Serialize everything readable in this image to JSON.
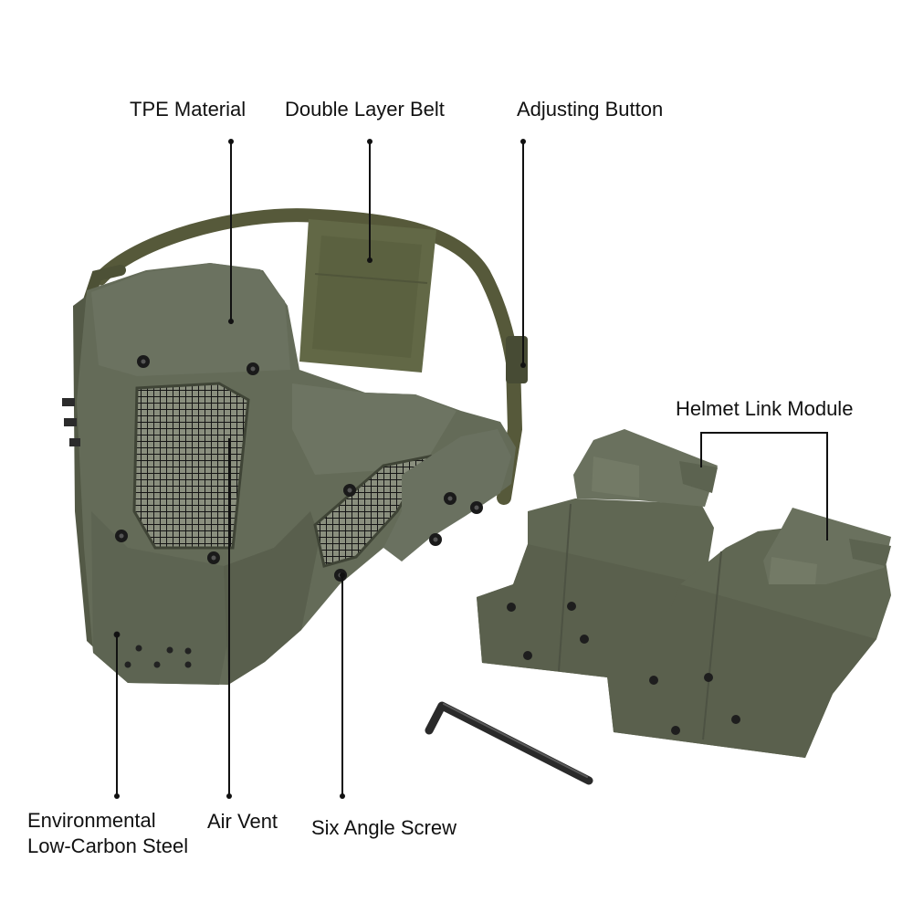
{
  "labels": {
    "tpe_material": "TPE Material",
    "double_layer_belt": "Double Layer Belt",
    "adjusting_button": "Adjusting Button",
    "helmet_link_module": "Helmet Link Module",
    "environmental_line1": "Environmental",
    "environmental_line2": "Low-Carbon Steel",
    "air_vent": "Air Vent",
    "six_angle_screw": "Six Angle Screw"
  },
  "colors": {
    "background": "#ffffff",
    "mask_olive": "#646b58",
    "strap_olive": "#56593a",
    "callout_line": "#111111",
    "screw": "#1a1a1a"
  }
}
